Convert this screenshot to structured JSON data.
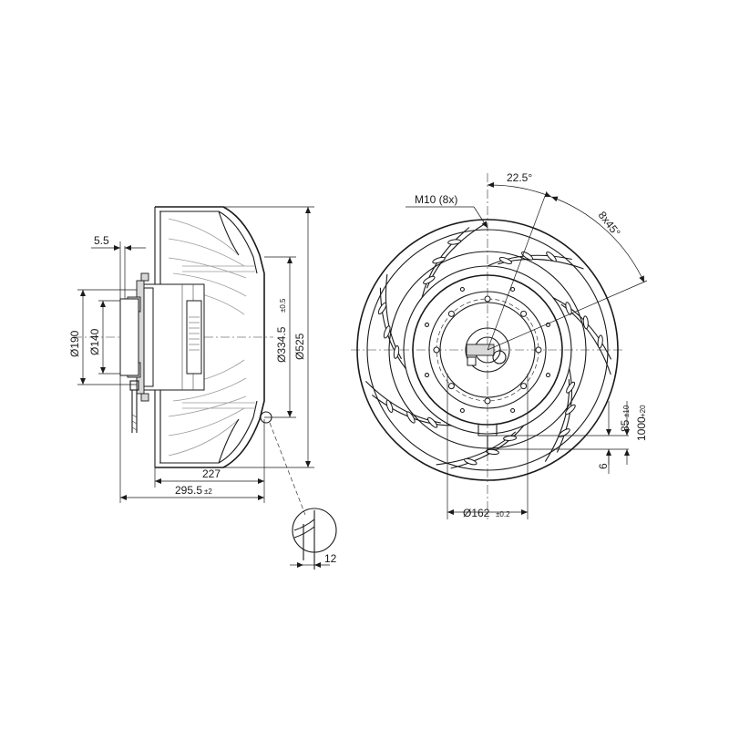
{
  "side_view": {
    "dim_5_5": "5.5",
    "dim_190": "Ø190",
    "dim_140": "Ø140",
    "dim_334_5": "Ø334.5",
    "tol_334_5": "±0.5",
    "dim_525": "Ø525",
    "dim_227": "227",
    "dim_295_5": "295.5",
    "tol_295_5": "±2",
    "dim_12": "12"
  },
  "front_view": {
    "thread": "M10 (8x)",
    "angle_22_5": "22.5°",
    "angle_8x45": "8x45°",
    "dim_85": "85",
    "tol_85": "±10",
    "dim_1000": "1000",
    "tol_1000": "+20",
    "dim_6": "6",
    "dim_162": "Ø162",
    "tol_162": "±0.2"
  }
}
